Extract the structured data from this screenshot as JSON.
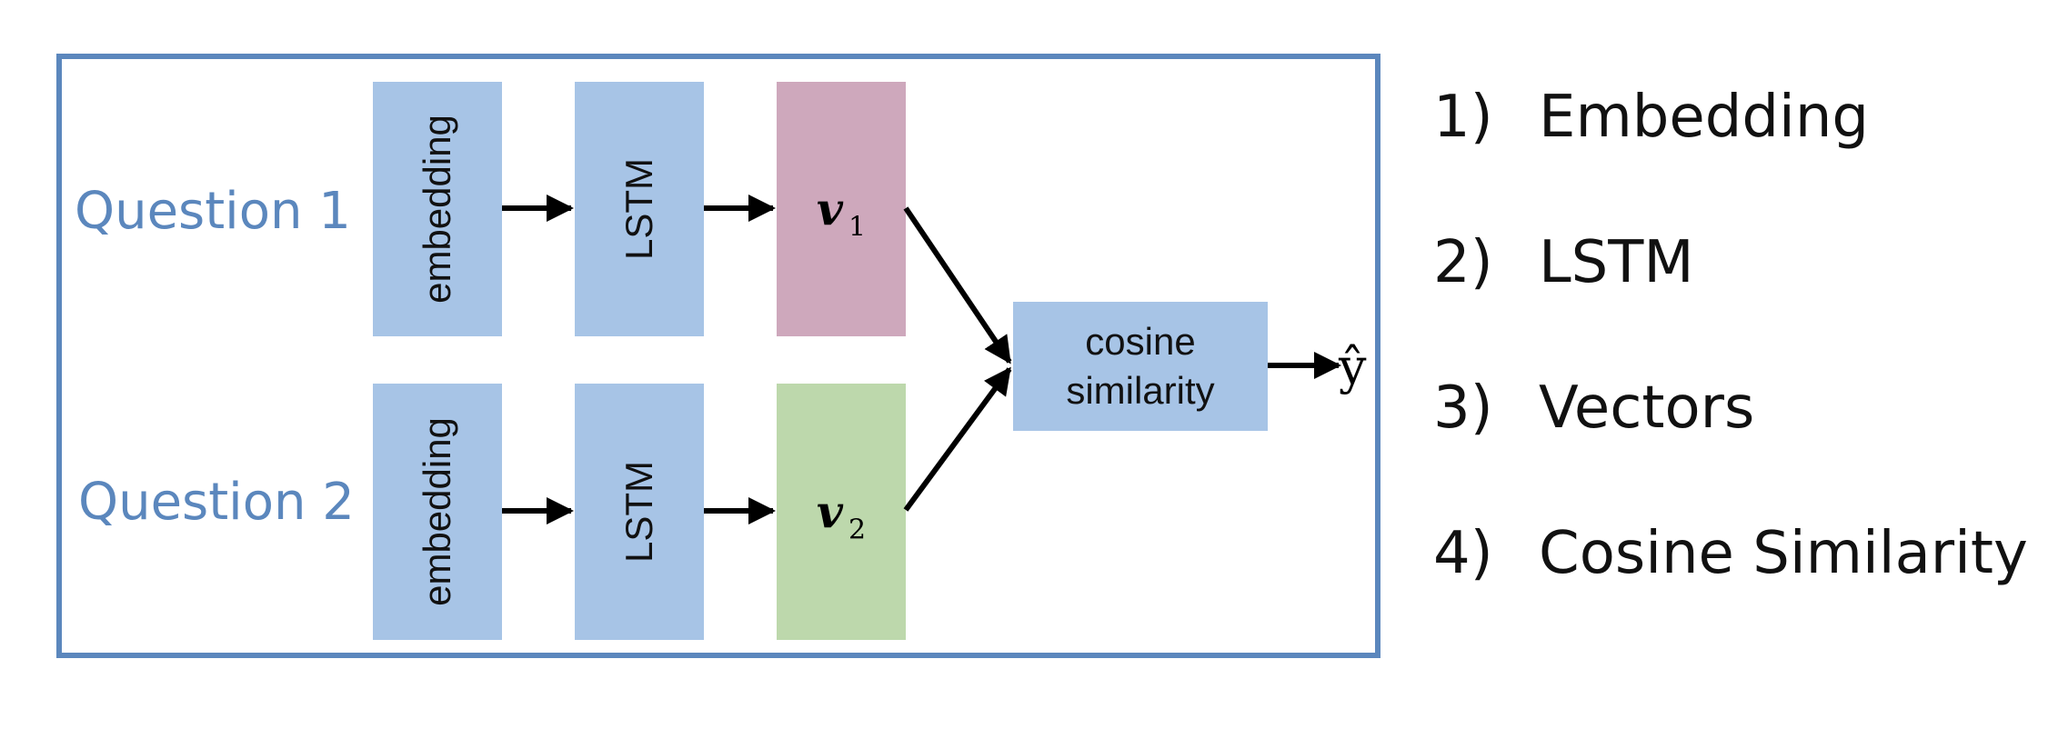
{
  "diagram": {
    "inputs": [
      {
        "label": "Question 1"
      },
      {
        "label": "Question 2"
      }
    ],
    "rows": [
      {
        "embedding": "embedding",
        "lstm": "LSTM",
        "vector": {
          "symbol": "v",
          "subscript": "1",
          "color": "#cea8bc"
        }
      },
      {
        "embedding": "embedding",
        "lstm": "LSTM",
        "vector": {
          "symbol": "v",
          "subscript": "2",
          "color": "#bdd8ac"
        }
      }
    ],
    "merge": {
      "line1": "cosine",
      "line2": "similarity"
    },
    "output": "ŷ",
    "colors": {
      "frame": "#5b87bd",
      "block": "#a7c4e6",
      "label": "#5b87bd"
    }
  },
  "steps": [
    {
      "number": "1)",
      "text": "Embedding"
    },
    {
      "number": "2)",
      "text": "LSTM"
    },
    {
      "number": "3)",
      "text": "Vectors"
    },
    {
      "number": "4)",
      "text": "Cosine Similarity"
    }
  ]
}
